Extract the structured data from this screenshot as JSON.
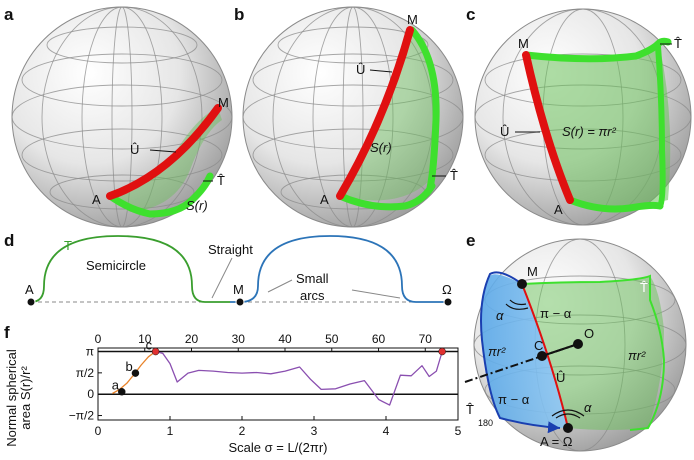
{
  "panels": {
    "a": {
      "label": "a",
      "labels": {
        "M": "M",
        "U": "Û",
        "T": "T̂",
        "A": "A",
        "S": "S(r)"
      }
    },
    "b": {
      "label": "b",
      "labels": {
        "M": "M",
        "U": "Û",
        "S": "S(r)",
        "A": "A",
        "T": "T̂"
      }
    },
    "c": {
      "label": "c",
      "labels": {
        "M": "M",
        "T": "T̂",
        "U": "Û",
        "S": "S(r) = πr²",
        "A": "A"
      }
    },
    "d": {
      "label": "d",
      "labels": {
        "T": "T",
        "semicircle": "Semicircle",
        "straight": "Straight",
        "small_arcs_1": "Small",
        "small_arcs_2": "arcs",
        "A": "A",
        "M": "M",
        "Omega": "Ω"
      }
    },
    "e": {
      "label": "e",
      "labels": {
        "M": "M",
        "T": "T̂",
        "alpha_top": "α",
        "pi_minus_alpha_top": "π − α",
        "O": "O",
        "pi_r2_left": "πr²",
        "C": "C",
        "pi_r2_right": "πr²",
        "U": "Û",
        "T180": "T̂",
        "T180_sub": "180",
        "pi_minus_alpha_bottom": "π − α",
        "alpha_bottom": "α",
        "A_equals_Omega": "A = Ω"
      }
    },
    "f": {
      "label": "f",
      "ylabel_line1": "Normal spherical",
      "ylabel_line2": "area S(r)/r²",
      "xlabel": "Scale σ = L/(2πr)",
      "point_labels": {
        "a": "a",
        "b": "b",
        "c": "c"
      }
    }
  },
  "chart_data": {
    "type": "line",
    "x_bottom": {
      "label": "Scale σ = L/(2πr)",
      "ticks": [
        "0",
        "1",
        "2",
        "3",
        "4",
        "5"
      ],
      "ticks_values": [
        0,
        1,
        2,
        3,
        4,
        5
      ],
      "range": [
        0,
        5
      ]
    },
    "x_top": {
      "ticks": [
        "0",
        "10",
        "20",
        "30",
        "40",
        "50",
        "60",
        "70"
      ],
      "ticks_values": [
        0,
        10,
        20,
        30,
        40,
        50,
        60,
        70
      ],
      "range": [
        0,
        77
      ]
    },
    "y": {
      "label": "Normal spherical area S(r)/r²",
      "ticks": [
        "π",
        "π/2",
        "0",
        "−π/2"
      ],
      "ticks_values": [
        3.1416,
        1.5708,
        0,
        -1.5708
      ],
      "range": [
        -1.9,
        3.4
      ]
    },
    "reference_lines": [
      0,
      3.1416
    ],
    "series": [
      {
        "color": "#e8832a",
        "x": [
          0.2,
          0.3,
          0.4,
          0.5,
          0.6,
          0.7,
          0.8
        ],
        "y": [
          0.05,
          0.35,
          0.8,
          1.45,
          2.15,
          2.75,
          3.14
        ]
      },
      {
        "color": "#8a4fb0",
        "x": [
          0.8,
          0.9,
          1.0,
          1.1,
          1.25,
          1.4,
          1.6,
          1.8,
          2.0,
          2.2,
          2.4,
          2.6,
          2.8,
          2.95,
          3.1,
          3.3,
          3.5,
          3.7,
          3.9,
          4.05,
          4.2,
          4.35,
          4.5,
          4.6,
          4.7,
          4.78
        ],
        "y": [
          3.14,
          3.0,
          2.25,
          0.9,
          1.55,
          1.75,
          1.7,
          1.6,
          1.55,
          1.6,
          1.5,
          1.7,
          2.0,
          1.1,
          0.35,
          0.4,
          0.75,
          1.0,
          -0.4,
          -0.8,
          1.4,
          1.35,
          2.1,
          1.3,
          1.7,
          3.14
        ]
      }
    ],
    "points": [
      {
        "label": "a",
        "x": 0.33,
        "y": 0.18,
        "color": "#111111"
      },
      {
        "label": "b",
        "x": 0.52,
        "y": 1.55,
        "color": "#111111"
      },
      {
        "label": "c",
        "x": 0.8,
        "y": 3.14,
        "color": "#e03030"
      },
      {
        "label": "",
        "x": 4.78,
        "y": 3.14,
        "color": "#e03030"
      }
    ]
  }
}
